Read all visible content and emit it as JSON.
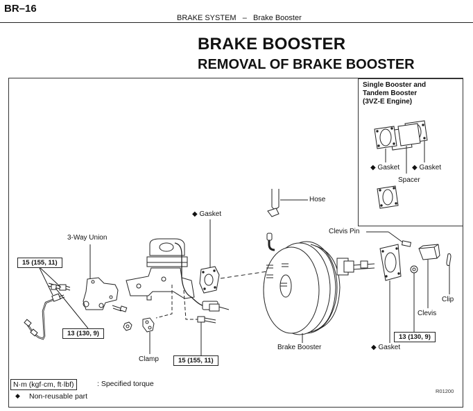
{
  "header": {
    "page_number": "BR–16",
    "running_head": "BRAKE SYSTEM   –   Brake Booster"
  },
  "titles": {
    "main": "BRAKE BOOSTER",
    "sub": "REMOVAL OF BRAKE BOOSTER"
  },
  "inset": {
    "title": "Single Booster and\nTandem Booster\n(3VZ-E Engine)",
    "labels": {
      "gasket_left": "◆ Gasket",
      "gasket_right": "◆ Gasket",
      "spacer": "Spacer"
    }
  },
  "parts": {
    "hose": "Hose",
    "gasket_master": "◆ Gasket",
    "three_way_union": "3-Way Union",
    "clevis_pin": "Clevis Pin",
    "clip": "Clip",
    "clevis": "Clevis",
    "clamp": "Clamp",
    "brake_booster": "Brake Booster",
    "gasket_booster": "◆ Gasket"
  },
  "torques": {
    "left_upper": "15 (155, 11)",
    "left_lower": "13 (130, 9)",
    "center": "15 (155, 11)",
    "right": "13 (130, 9)"
  },
  "legend": {
    "torque_unit": "N·m (kgf·cm, ft·lbf)",
    "torque_desc": ":  Specified torque",
    "nonreusable_symbol": "◆",
    "nonreusable_desc": "Non-reusable part"
  },
  "figure_code": "R01200"
}
